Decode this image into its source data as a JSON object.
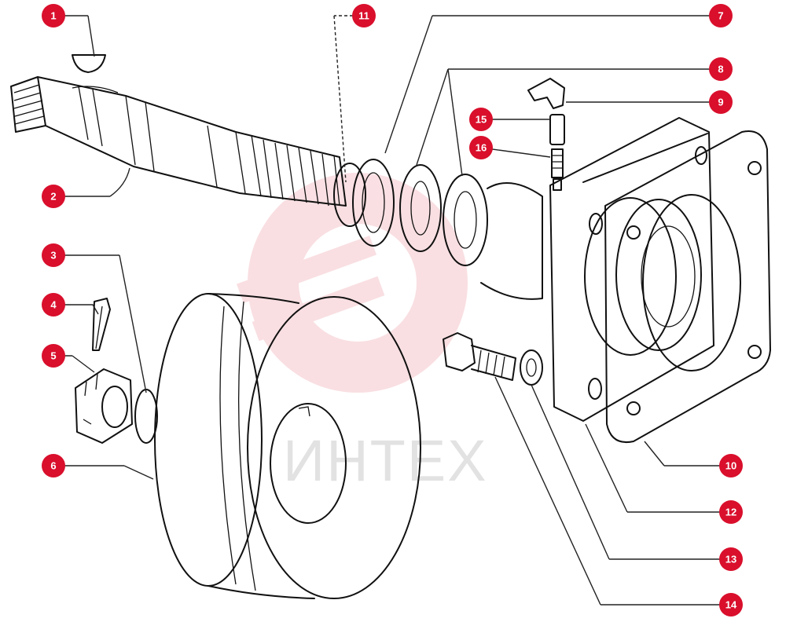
{
  "diagram": {
    "watermark_text": "ИНТЕХ",
    "accent_color": "#d90f2c",
    "callouts": [
      {
        "id": "c1",
        "label": "1"
      },
      {
        "id": "c2",
        "label": "2"
      },
      {
        "id": "c3",
        "label": "3"
      },
      {
        "id": "c4",
        "label": "4"
      },
      {
        "id": "c5",
        "label": "5"
      },
      {
        "id": "c6",
        "label": "6"
      },
      {
        "id": "c7",
        "label": "7"
      },
      {
        "id": "c8",
        "label": "8"
      },
      {
        "id": "c9",
        "label": "9"
      },
      {
        "id": "c10",
        "label": "10"
      },
      {
        "id": "c11",
        "label": "11"
      },
      {
        "id": "c12",
        "label": "12"
      },
      {
        "id": "c13",
        "label": "13"
      },
      {
        "id": "c14",
        "label": "14"
      },
      {
        "id": "c15",
        "label": "15"
      },
      {
        "id": "c16",
        "label": "16"
      }
    ]
  }
}
